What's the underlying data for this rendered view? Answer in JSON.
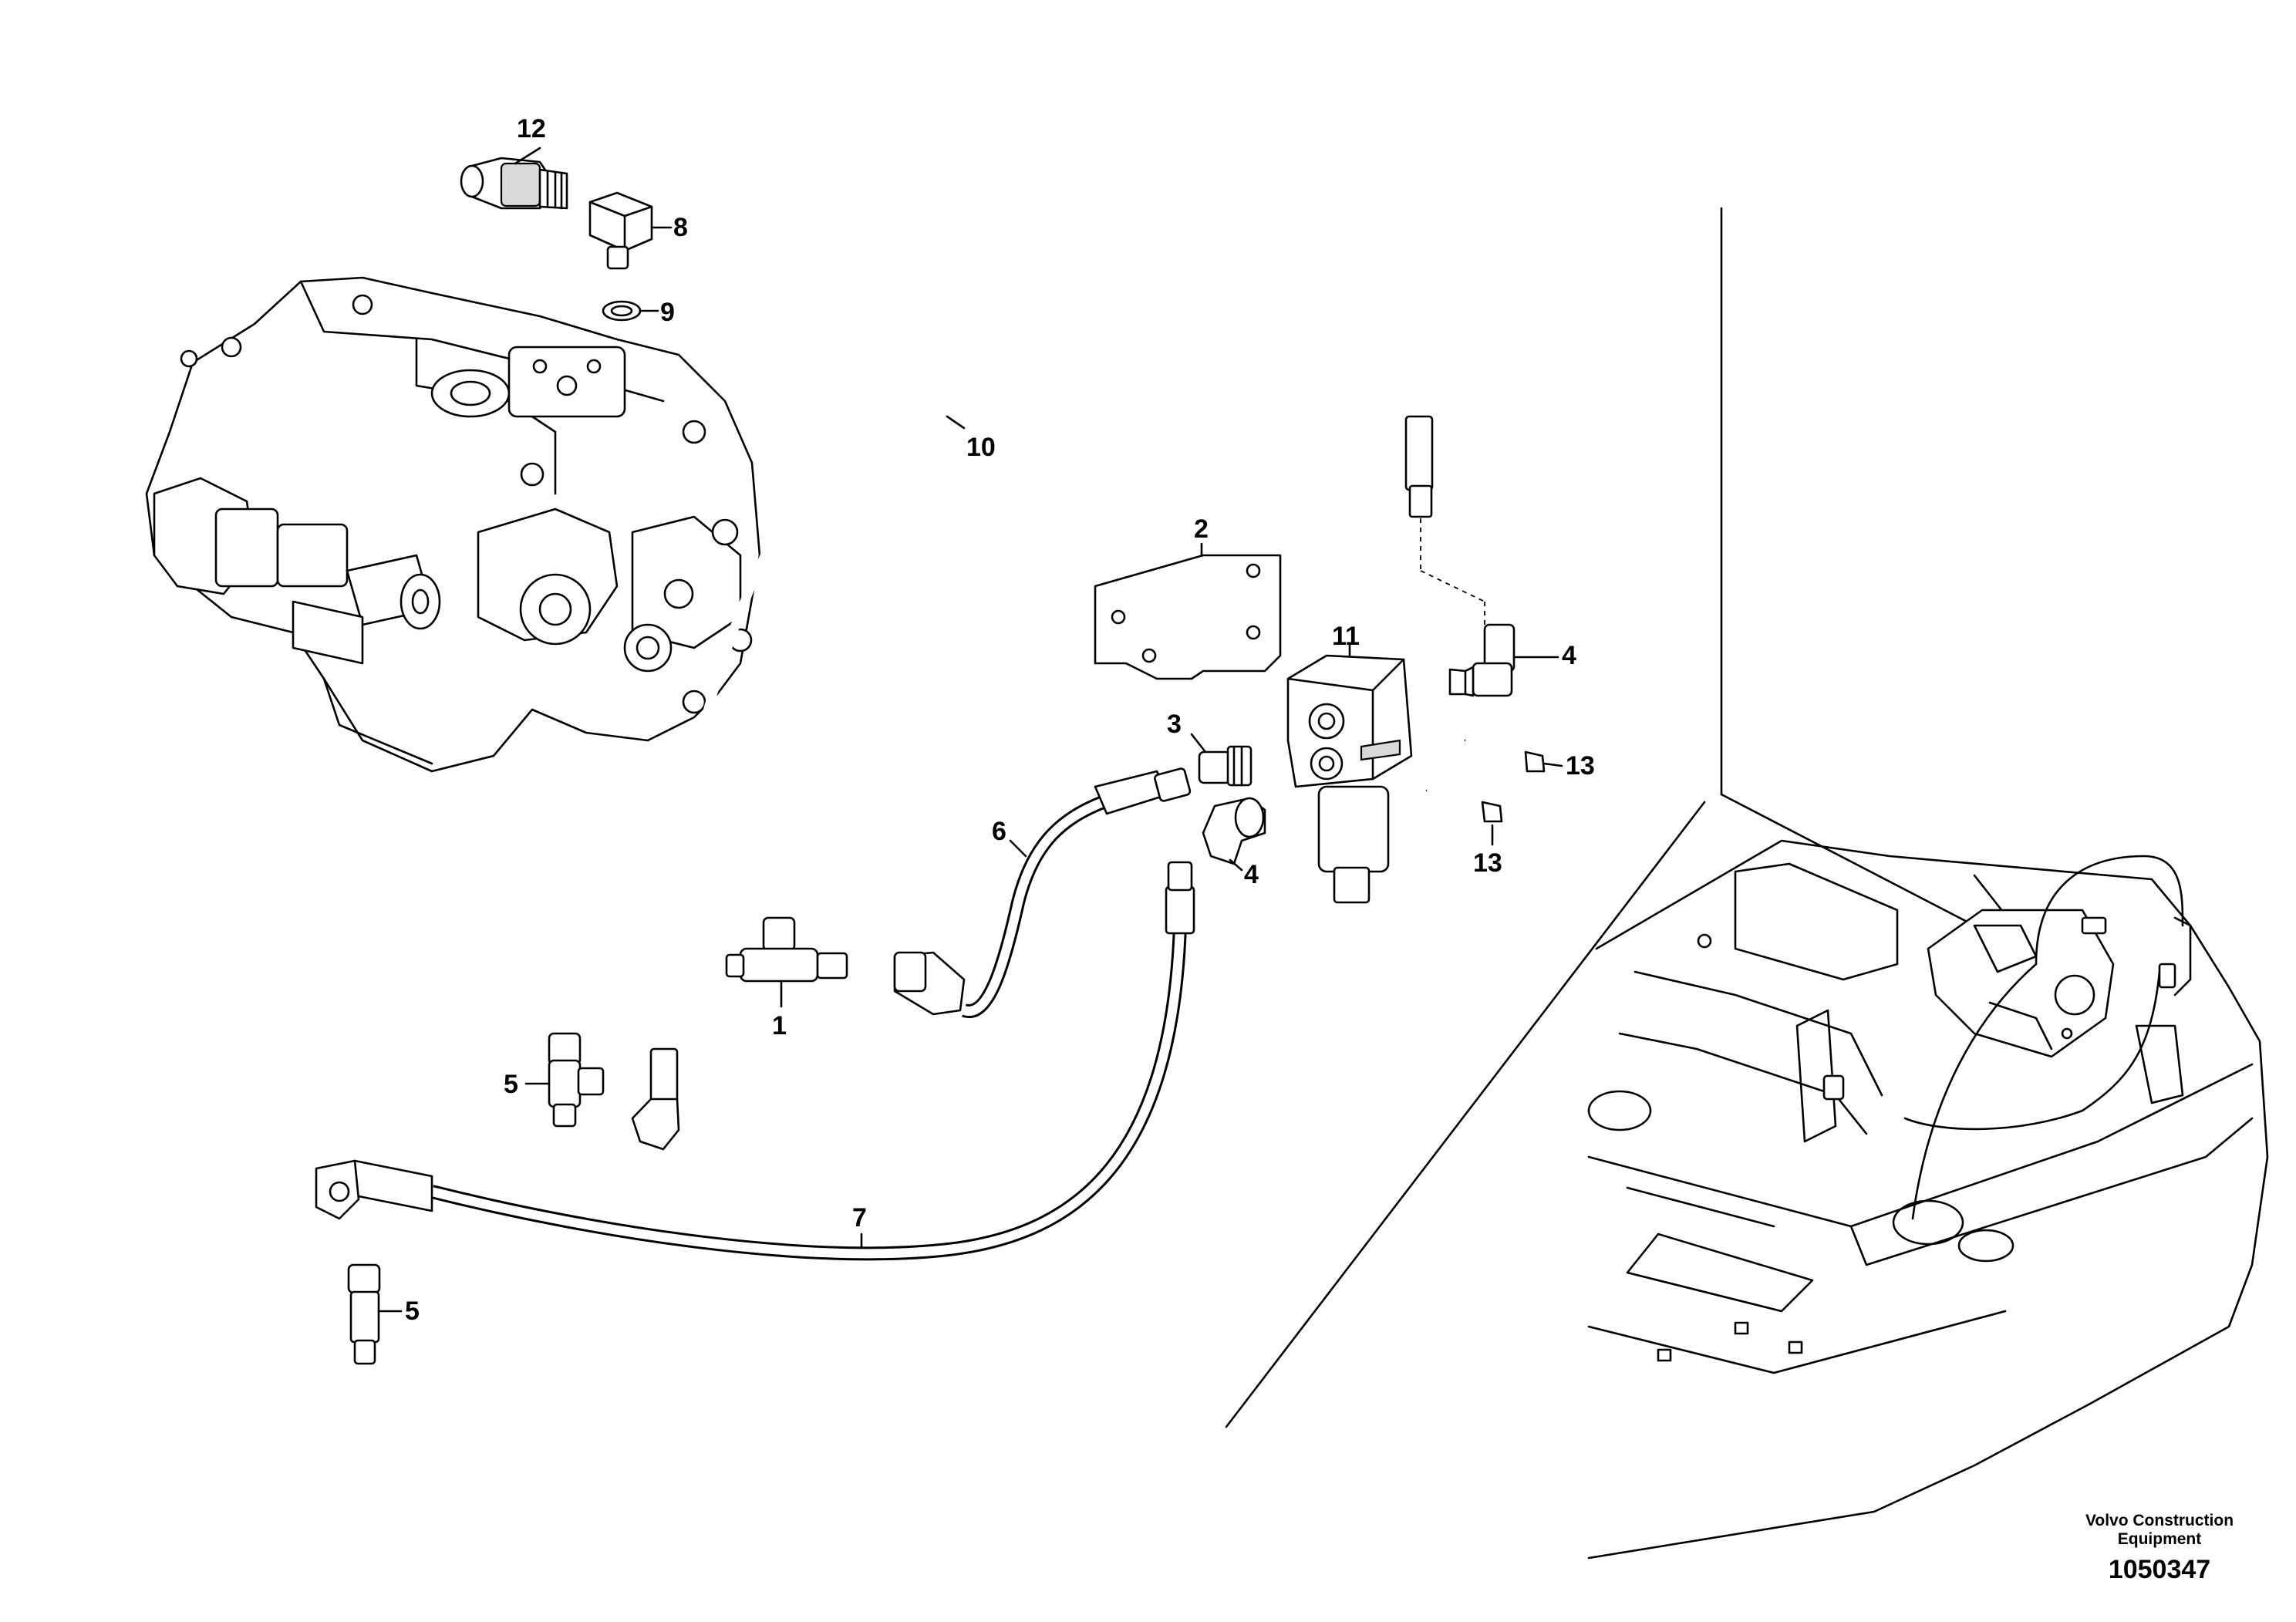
{
  "callouts": [
    {
      "id": "c1",
      "text": "1"
    },
    {
      "id": "c2",
      "text": "2"
    },
    {
      "id": "c3",
      "text": "3"
    },
    {
      "id": "c4a",
      "text": "4"
    },
    {
      "id": "c4b",
      "text": "4"
    },
    {
      "id": "c5a",
      "text": "5"
    },
    {
      "id": "c5b",
      "text": "5"
    },
    {
      "id": "c6",
      "text": "6"
    },
    {
      "id": "c7",
      "text": "7"
    },
    {
      "id": "c8",
      "text": "8"
    },
    {
      "id": "c9",
      "text": "9"
    },
    {
      "id": "c10",
      "text": "10"
    },
    {
      "id": "c11",
      "text": "11"
    },
    {
      "id": "c12",
      "text": "12"
    },
    {
      "id": "c13a",
      "text": "13"
    },
    {
      "id": "c13b",
      "text": "13"
    }
  ],
  "credit": {
    "line1": "Volvo Construction",
    "line2": "Equipment",
    "number": "1050347"
  }
}
